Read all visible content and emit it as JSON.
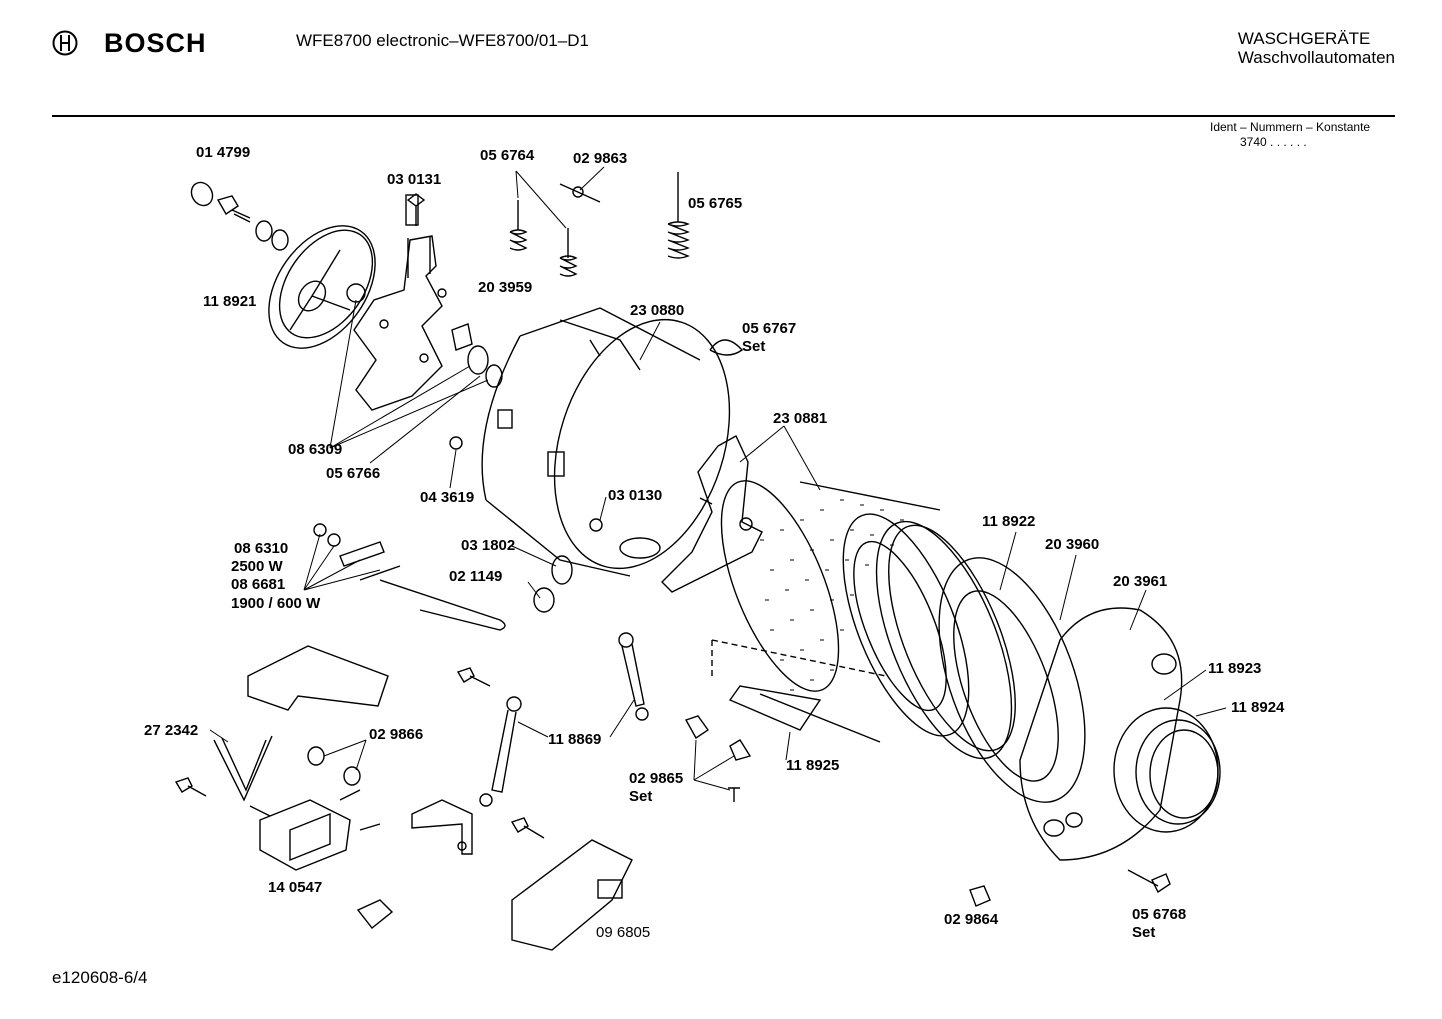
{
  "header": {
    "brand": "BOSCH",
    "model": "WFE8700 electronic–WFE8700/01–D1",
    "category_line1": "WASCHGERÄTE",
    "category_line2": "Waschvollautomaten",
    "ident_label": "Ident – Nummern – Konstante",
    "ident_code": "3740 . . . . . ."
  },
  "footer": {
    "code": "e120608-6/4"
  },
  "parts": {
    "p014799": "01 4799",
    "p030131": "03 0131",
    "p056764": "05 6764",
    "p029863": "02 9863",
    "p056765": "05 6765",
    "p118921": "11 8921",
    "p203959": "20 3959",
    "p230880": "23 0880",
    "p056767": "05 6767",
    "p056767b": "Set",
    "p230881": "23 0881",
    "p086309": "08 6309",
    "p056766": "05 6766",
    "p043619": "04 3619",
    "p030130": "03 0130",
    "p086310": "08 6310",
    "p2500w": "2500 W",
    "p086681": "08 6681",
    "p1900w": "1900 / 600 W",
    "p031802": "03 1802",
    "p021149": "02 1149",
    "p118922": "11 8922",
    "p203960": "20 3960",
    "p203961": "20 3961",
    "p118923": "11 8923",
    "p118924": "11 8924",
    "p272342": "27 2342",
    "p029866": "02 9866",
    "p118869": "11 8869",
    "p118925": "11 8925",
    "p029865": "02 9865",
    "p029865b": "Set",
    "p140547": "14 0547",
    "p096805": "09 6805",
    "p029864": "02 9864",
    "p056768": "05 6768",
    "p056768b": "Set"
  },
  "icons": {
    "brand_logo": "bosch-armature-icon"
  }
}
